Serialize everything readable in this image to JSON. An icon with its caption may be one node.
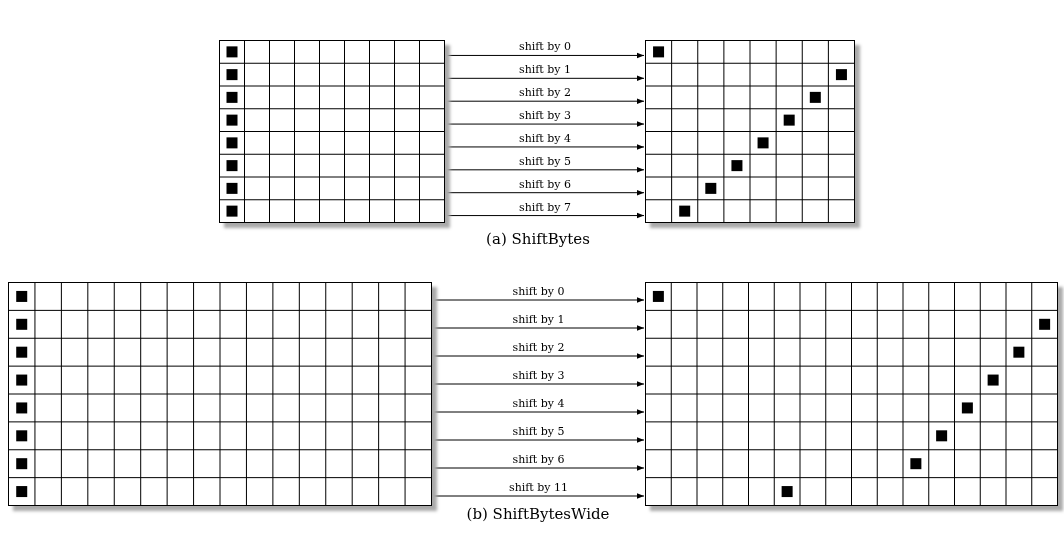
{
  "diagram": {
    "nodes": [
      {
        "text": [],
        "shape": "grid"
      },
      {
        "text": [],
        "shape": "grid"
      },
      {
        "text": [],
        "shape": "grid"
      },
      {
        "text": [],
        "shape": "grid"
      }
    ],
    "edges": [
      {
        "from": 0,
        "to": 1,
        "arrow": "to",
        "label": "shift by 0"
      },
      {
        "from": 0,
        "to": 1,
        "arrow": "to",
        "label": "shift by 1"
      },
      {
        "from": 0,
        "to": 1,
        "arrow": "to",
        "label": "shift by 2"
      },
      {
        "from": 0,
        "to": 1,
        "arrow": "to",
        "label": "shift by 3"
      },
      {
        "from": 0,
        "to": 1,
        "arrow": "to",
        "label": "shift by 4"
      },
      {
        "from": 0,
        "to": 1,
        "arrow": "to",
        "label": "shift by 5"
      },
      {
        "from": 0,
        "to": 1,
        "arrow": "to",
        "label": "shift by 6"
      },
      {
        "from": 0,
        "to": 1,
        "arrow": "to",
        "label": "shift by 7"
      },
      {
        "from": 2,
        "to": 3,
        "arrow": "to",
        "label": "shift by 0"
      },
      {
        "from": 2,
        "to": 3,
        "arrow": "to",
        "label": "shift by 1"
      },
      {
        "from": 2,
        "to": 3,
        "arrow": "to",
        "label": "shift by 2"
      },
      {
        "from": 2,
        "to": 3,
        "arrow": "to",
        "label": "shift by 3"
      },
      {
        "from": 2,
        "to": 3,
        "arrow": "to",
        "label": "shift by 4"
      },
      {
        "from": 2,
        "to": 3,
        "arrow": "to",
        "label": "shift by 5"
      },
      {
        "from": 2,
        "to": 3,
        "arrow": "to",
        "label": "shift by 6"
      },
      {
        "from": 2,
        "to": 3,
        "arrow": "to",
        "label": "shift by 11"
      }
    ],
    "labels": [
      "(a) ShiftBytes",
      "(b) ShiftBytesWide"
    ]
  }
}
